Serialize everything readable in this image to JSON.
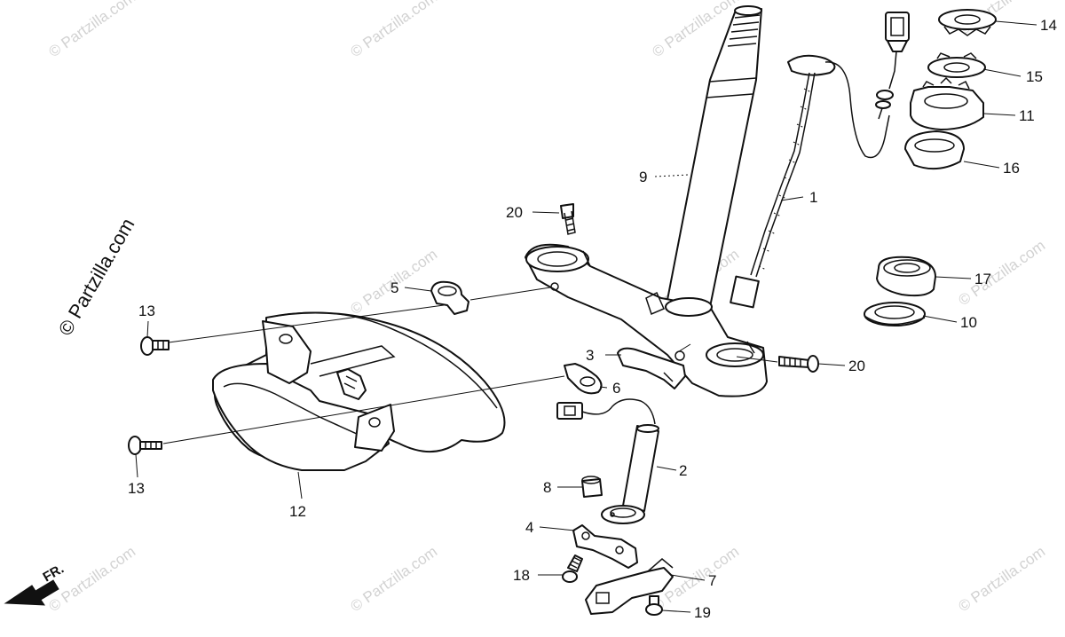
{
  "diagram": {
    "callouts": [
      "1",
      "2",
      "3",
      "4",
      "5",
      "6",
      "7",
      "8",
      "9",
      "10",
      "11",
      "12",
      "13",
      "13",
      "14",
      "15",
      "16",
      "17",
      "18",
      "19",
      "20",
      "20"
    ],
    "direction_label": "FR.",
    "side_watermark": "© Partzilla.com",
    "tile_watermark": "© Partzilla.com"
  }
}
